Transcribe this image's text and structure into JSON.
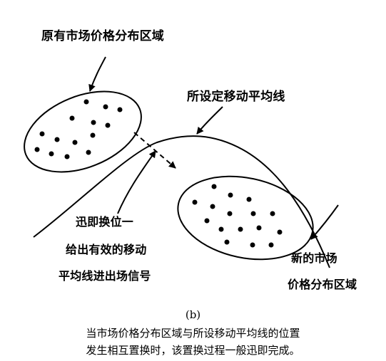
{
  "labels": {
    "old_area": "原有市场价格分布区域",
    "moving_average": "所设定移动平均线",
    "signal_line1": "迅即换位一",
    "signal_line2": "给出有效的移动",
    "signal_line3": "平均线进出场信号",
    "new_area_line1": "新的市场",
    "new_area_line2": "价格分布区域"
  },
  "caption": {
    "figure_label": "(b)",
    "line1": "当市场价格分布区域与所设移动平均线的位置",
    "line2": "发生相互置换时，该置换过程一般迅即完成。"
  },
  "colors": {
    "ink": "#000000",
    "background": "#ffffff"
  }
}
